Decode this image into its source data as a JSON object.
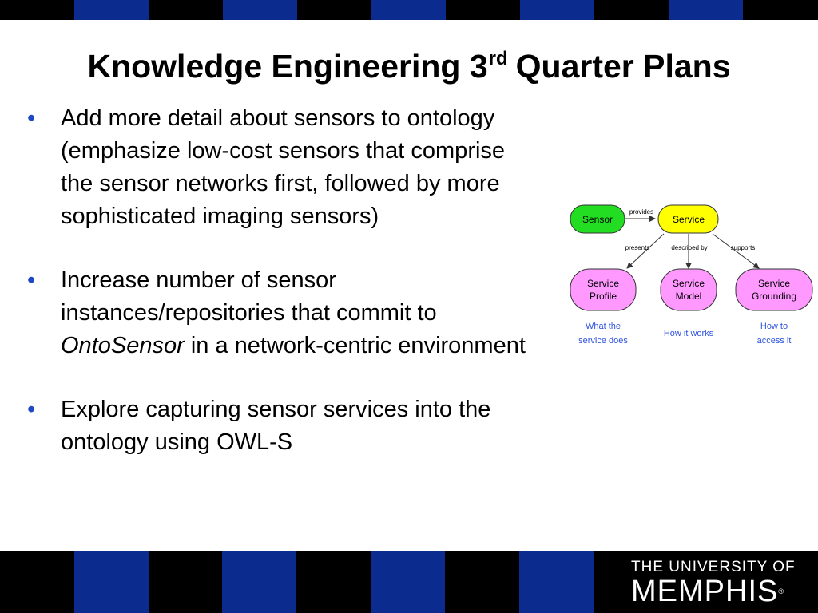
{
  "slide": {
    "title_main": "Knowledge Engineering 3",
    "title_sup": "rd",
    "title_rest": "Quarter Plans",
    "bullet_symbol": "•",
    "bullets": [
      {
        "line1": "Add more detail about sensors to ontology",
        "line2": "(emphasize low-cost sensors that comprise",
        "line3": "the sensor networks first, followed by more",
        "line4": "sophisticated imaging sensors)"
      },
      {
        "line1": "Increase number of sensor",
        "line2": "instances/repositories that commit to",
        "italic": "OntoSensor",
        "line3_rest": " in a network-centric environment"
      },
      {
        "line1": "Explore capturing sensor services into the",
        "line2": "ontology using OWL-S"
      }
    ]
  },
  "diagram": {
    "nodes": {
      "sensor": "Sensor",
      "service": "Service",
      "profile_1": "Service",
      "profile_2": "Profile",
      "model_1": "Service",
      "model_2": "Model",
      "grounding_1": "Service",
      "grounding_2": "Grounding"
    },
    "edges": {
      "provides": "provides",
      "presents": "presents",
      "described_by": "described by",
      "supports": "supports"
    },
    "captions": {
      "profile_1": "What the",
      "profile_2": "service does",
      "model_1": "How it works",
      "grounding_1": "How to",
      "grounding_2": "access it"
    },
    "colors": {
      "sensor_fill": "#22dd22",
      "service_fill": "#ffff00",
      "service_node_fill": "#ff99ff",
      "caption": "#2f53e0",
      "outline": "#333333"
    }
  },
  "logo": {
    "line1": "THE UNIVERSITY OF",
    "line2": "MEMPHIS",
    "reg": "®"
  },
  "theme": {
    "stripe_dark": "#000000",
    "stripe_blue": "#0c2b8f",
    "bullet_color": "#1f49c4"
  }
}
